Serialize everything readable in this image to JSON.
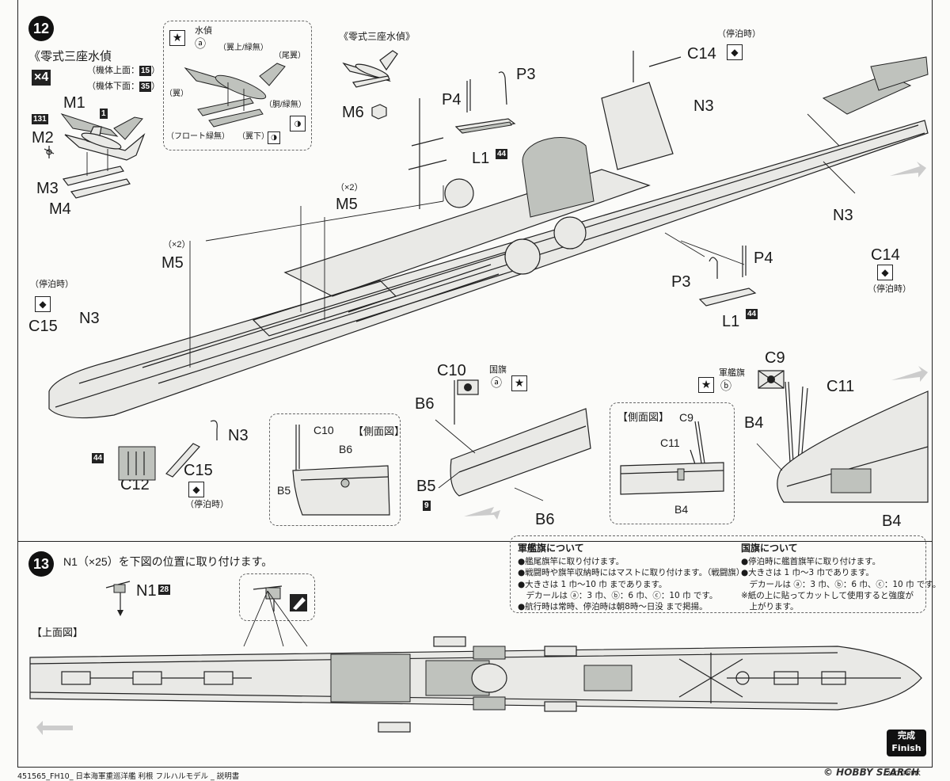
{
  "step12": {
    "number": "12",
    "plane_title": "《零式三座水偵",
    "quantity": "×4",
    "color_top": "（機体上面：",
    "color_top_code": "15",
    "color_top_close": "）",
    "color_bottom": "（機体下面：",
    "color_bottom_code": "35",
    "color_bottom_close": "）",
    "parts": {
      "m1": "M1",
      "m2": "M2",
      "m3": "M3",
      "m4": "M4",
      "m5": "M5",
      "m5b": "M5",
      "m6": "M6",
      "x2": "（×2）",
      "x2b": "（×2）",
      "n3a": "N3",
      "n3b": "N3",
      "n3c": "N3",
      "c14a": "C14",
      "c14b": "C14",
      "c15a": "C15",
      "c15b": "C15",
      "p3a": "P3",
      "p3b": "P3",
      "p4a": "P4",
      "p4b": "P4",
      "l1a": "L1",
      "l1b": "L1",
      "c12": "C12",
      "c10": "C10",
      "c10s": "C10",
      "b6a": "B6",
      "b6b": "B6",
      "b6s": "B6",
      "b5a": "B5",
      "b5s": "B5",
      "c9": "C9",
      "c9s": "C9",
      "c11": "C11",
      "c11s": "C11",
      "b4a": "B4",
      "b4b": "B4",
      "b4s": "B4"
    },
    "codes": {
      "m1": "1",
      "m2": "131",
      "l1a": "44",
      "l1b": "44",
      "c12": "44",
      "b5": "9"
    },
    "moored": "（停泊時）",
    "moored2": "（停泊時）",
    "moored3": "（停泊時）",
    "moored4": "（停泊時）",
    "plane_title2": "《零式三座水偵》",
    "inset": {
      "recon": "水偵",
      "marking": "ⓐ",
      "wing_top": "（翼上/緑無）",
      "tail": "（尾翼）",
      "wing": "（翼）",
      "fuselage": "（胴/緑無）",
      "float": "（フロート緑無）",
      "wing_bottom": "（翼下）"
    },
    "side_view": "【側面図】",
    "side_view2": "【側面図】",
    "national_flag": "国旗",
    "naval_ensign": "軍艦旗",
    "mark_a": "ⓐ",
    "mark_b": "ⓑ"
  },
  "step13": {
    "number": "13",
    "instruction": "N1（×25）を下図の位置に取り付けます。",
    "part": "N1",
    "part_code": "28",
    "top_view": "【上面図】"
  },
  "notes": {
    "ensign": {
      "title": "軍艦旗について",
      "lines": [
        "●艦尾旗竿に取り付けます。",
        "●戦闘時や旗竿収納時にはマストに取り付けます。（戦闘旗）",
        "●大きさは 1 巾〜10 巾 まであります。",
        "　デカールは ⓐ：3 巾、ⓑ：6 巾、ⓒ：10 巾 です。",
        "●航行時は常時、停泊時は朝8時〜日没 まで掲揚。"
      ]
    },
    "national": {
      "title": "国旗について",
      "lines": [
        "●停泊時に艦首旗竿に取り付けます。",
        "●大きさは 1 巾〜3 巾であります。",
        "　デカールは ⓐ：3 巾、ⓑ：6 巾、ⓒ：10 巾 です。",
        "※紙の上に貼ってカットして使用すると強度が",
        "　上がります。"
      ]
    }
  },
  "finish": {
    "jp": "完成",
    "en": "Finish"
  },
  "footer": {
    "left": "451565_FH10_ 日本海軍重巡洋艦 利根 フルハルモデル _ 説明書",
    "watermark": "© HOBBY SEARCH",
    "code": "20C1PPMK"
  }
}
